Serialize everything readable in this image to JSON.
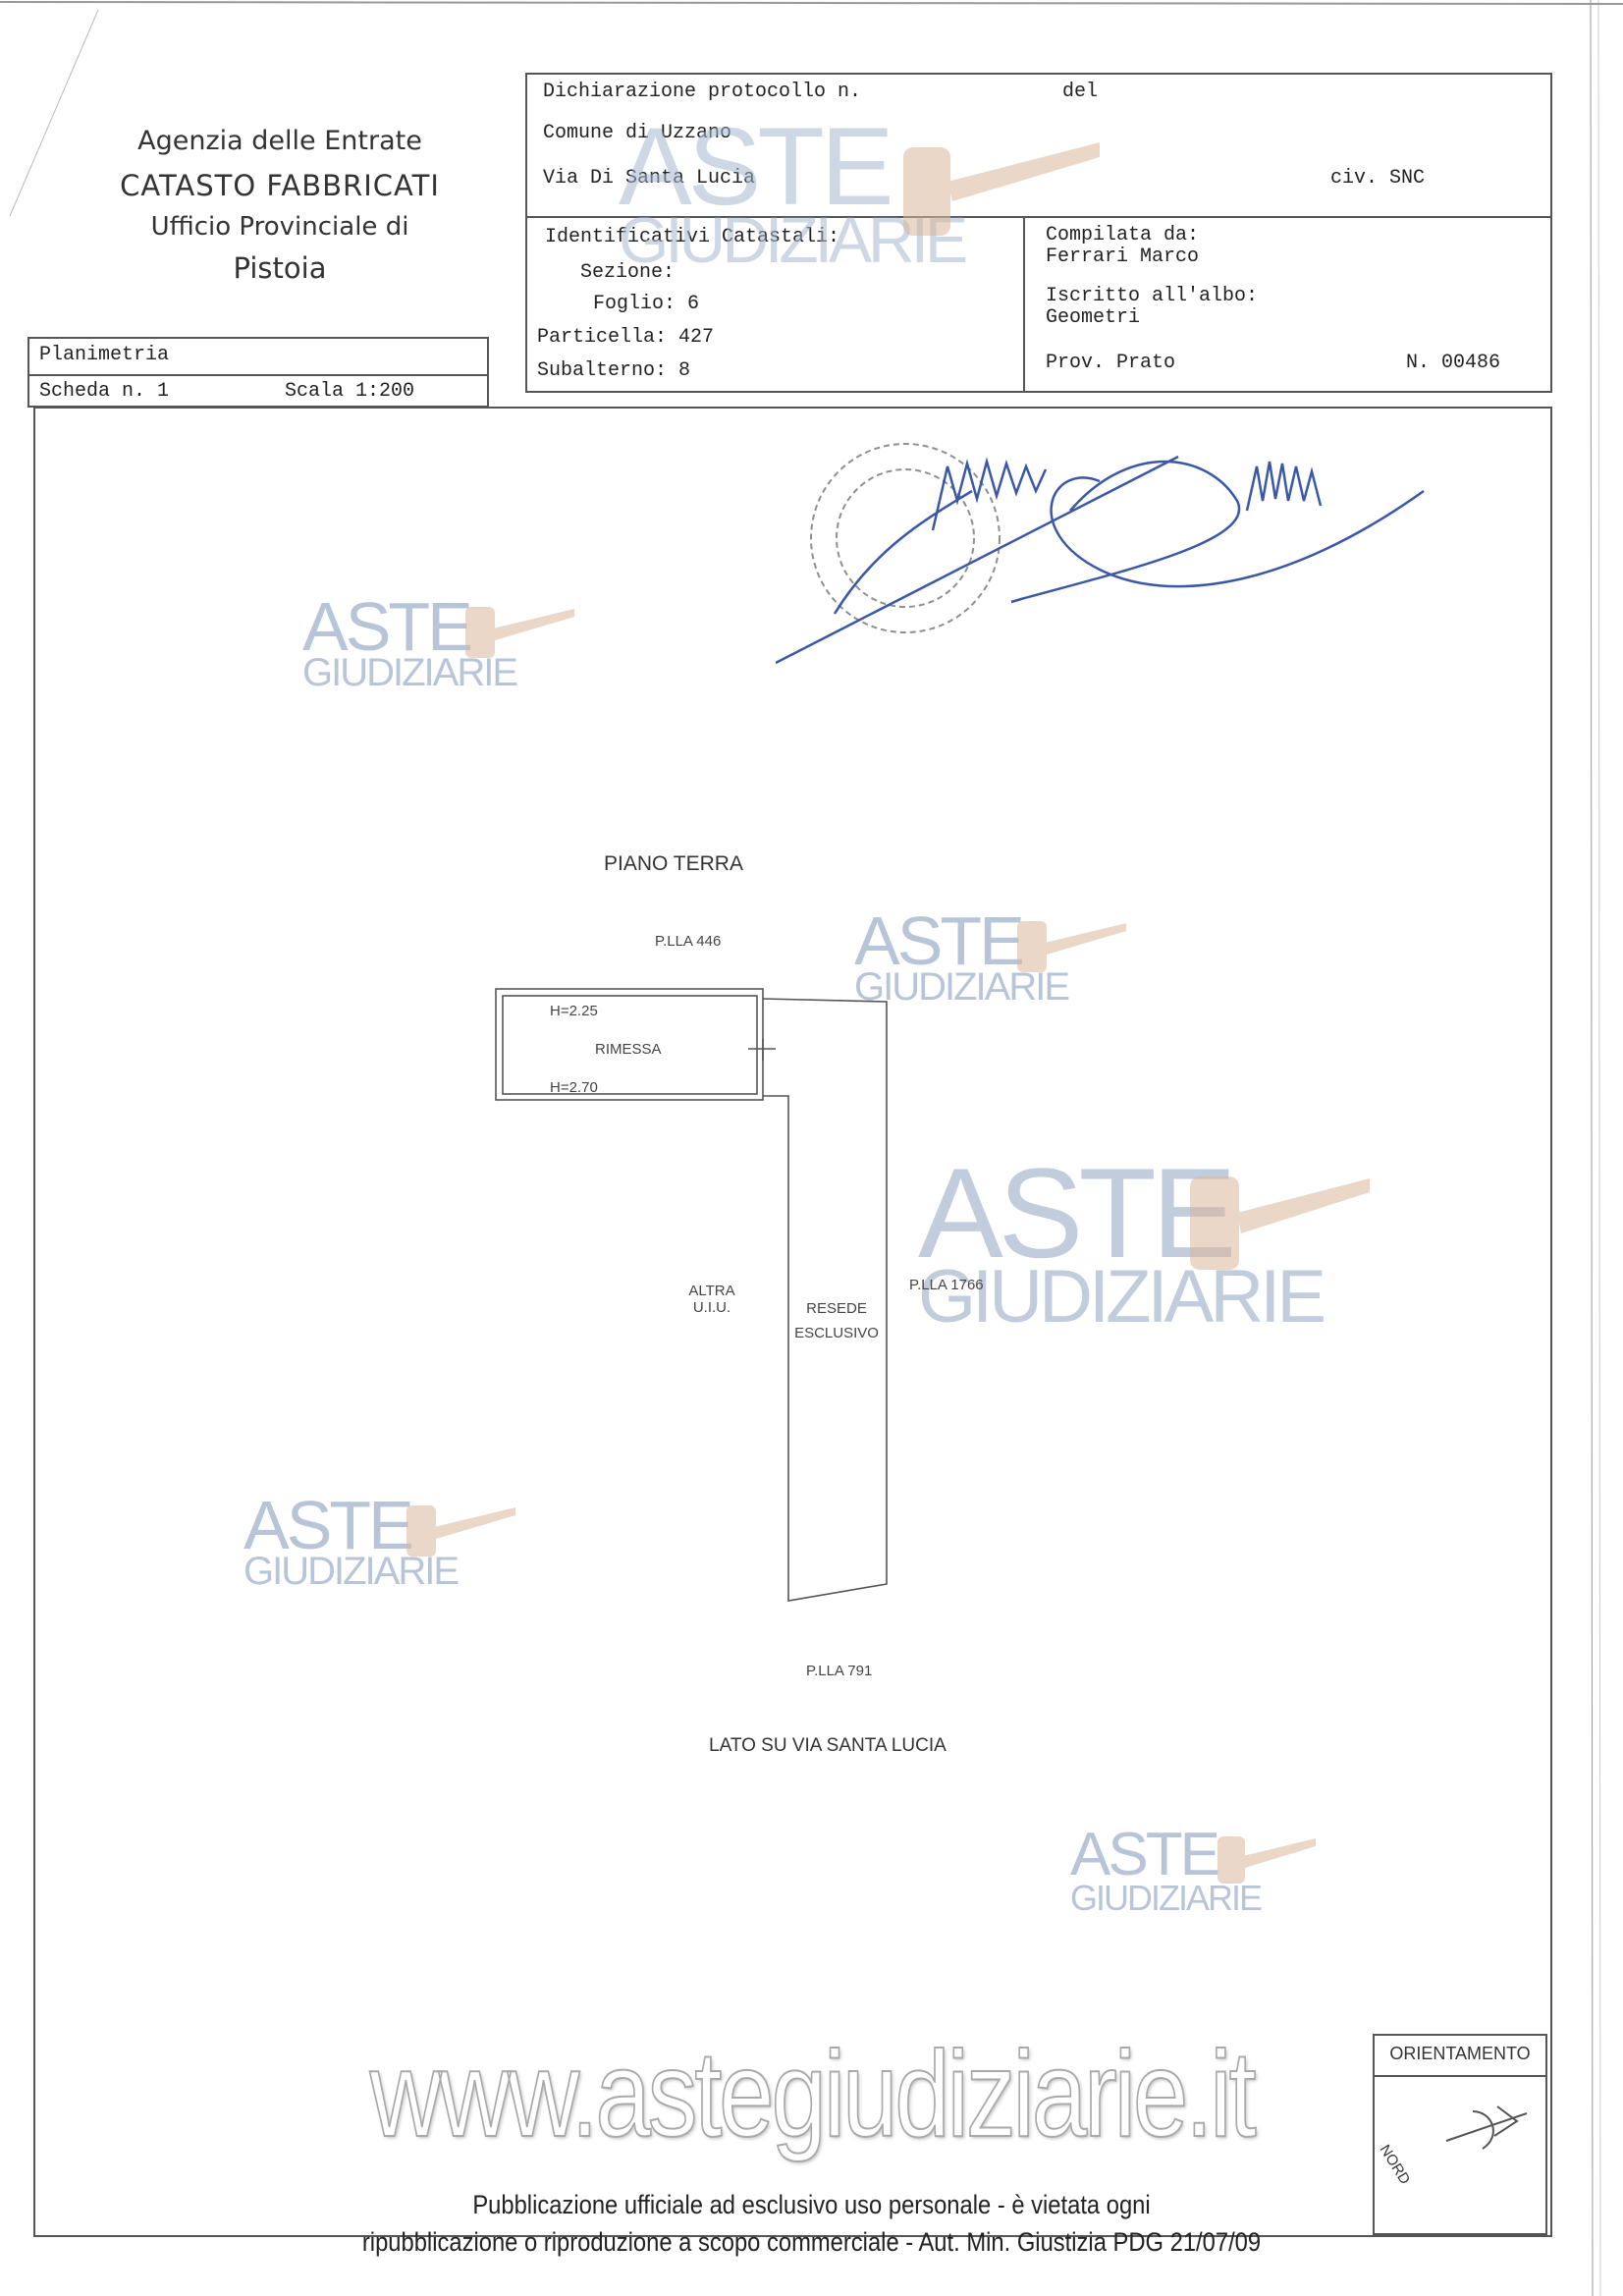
{
  "agency": {
    "line1": "Agenzia delle Entrate",
    "line2": "CATASTO FABBRICATI",
    "line3": "Ufficio Provinciale di",
    "line4": "Pistoia"
  },
  "planimetria": {
    "title": "Planimetria",
    "scheda": "Scheda n. 1",
    "scala": "Scala 1:200"
  },
  "header": {
    "dichiarazione": "Dichiarazione protocollo n.",
    "del": "del",
    "comune": "Comune di Uzzano",
    "via": "Via Di Santa Lucia",
    "civ": "civ. SNC"
  },
  "identificativi": {
    "title": "Identificativi Catastali:",
    "sezione": "Sezione:",
    "foglio": "Foglio: 6",
    "particella": "Particella: 427",
    "subalterno": "Subalterno: 8"
  },
  "compilata": {
    "title": "Compilata da:",
    "name": "Ferrari Marco",
    "iscritto": "Iscritto all'albo:",
    "albo": "Geometri",
    "prov": "Prov. Prato",
    "numero": "N. 00486"
  },
  "plan": {
    "piano": "PIANO TERRA",
    "plla446": "P.LLA 446",
    "h225": "H=2.25",
    "rimessa": "RIMESSA",
    "h270": "H=2.70",
    "altra1": "ALTRA",
    "altra2": "U.I.U.",
    "resede1": "RESEDE",
    "resede2": "ESCLUSIVO",
    "plla1766": "P.LLA 1766",
    "plla791": "P.LLA 791",
    "lato": "LATO SU VIA SANTA LUCIA"
  },
  "orientamento": {
    "title": "ORIENTAMENTO",
    "nord": "NORD"
  },
  "watermark": {
    "aste": "ASTE",
    "giudiziarie": "GIUDIZIARIE",
    "url": "www.astegiudiziarie.it"
  },
  "footer": {
    "line1": "Pubblicazione ufficiale ad esclusivo uso personale - è vietata ogni",
    "line2": "ripubblicazione o riproduzione a scopo commerciale - Aut. Min. Giustizia PDG 21/07/09"
  },
  "colors": {
    "ink": "#222222",
    "watermark": "#a7b7cf",
    "signature": "#3b58a8",
    "frame": "#555555"
  }
}
